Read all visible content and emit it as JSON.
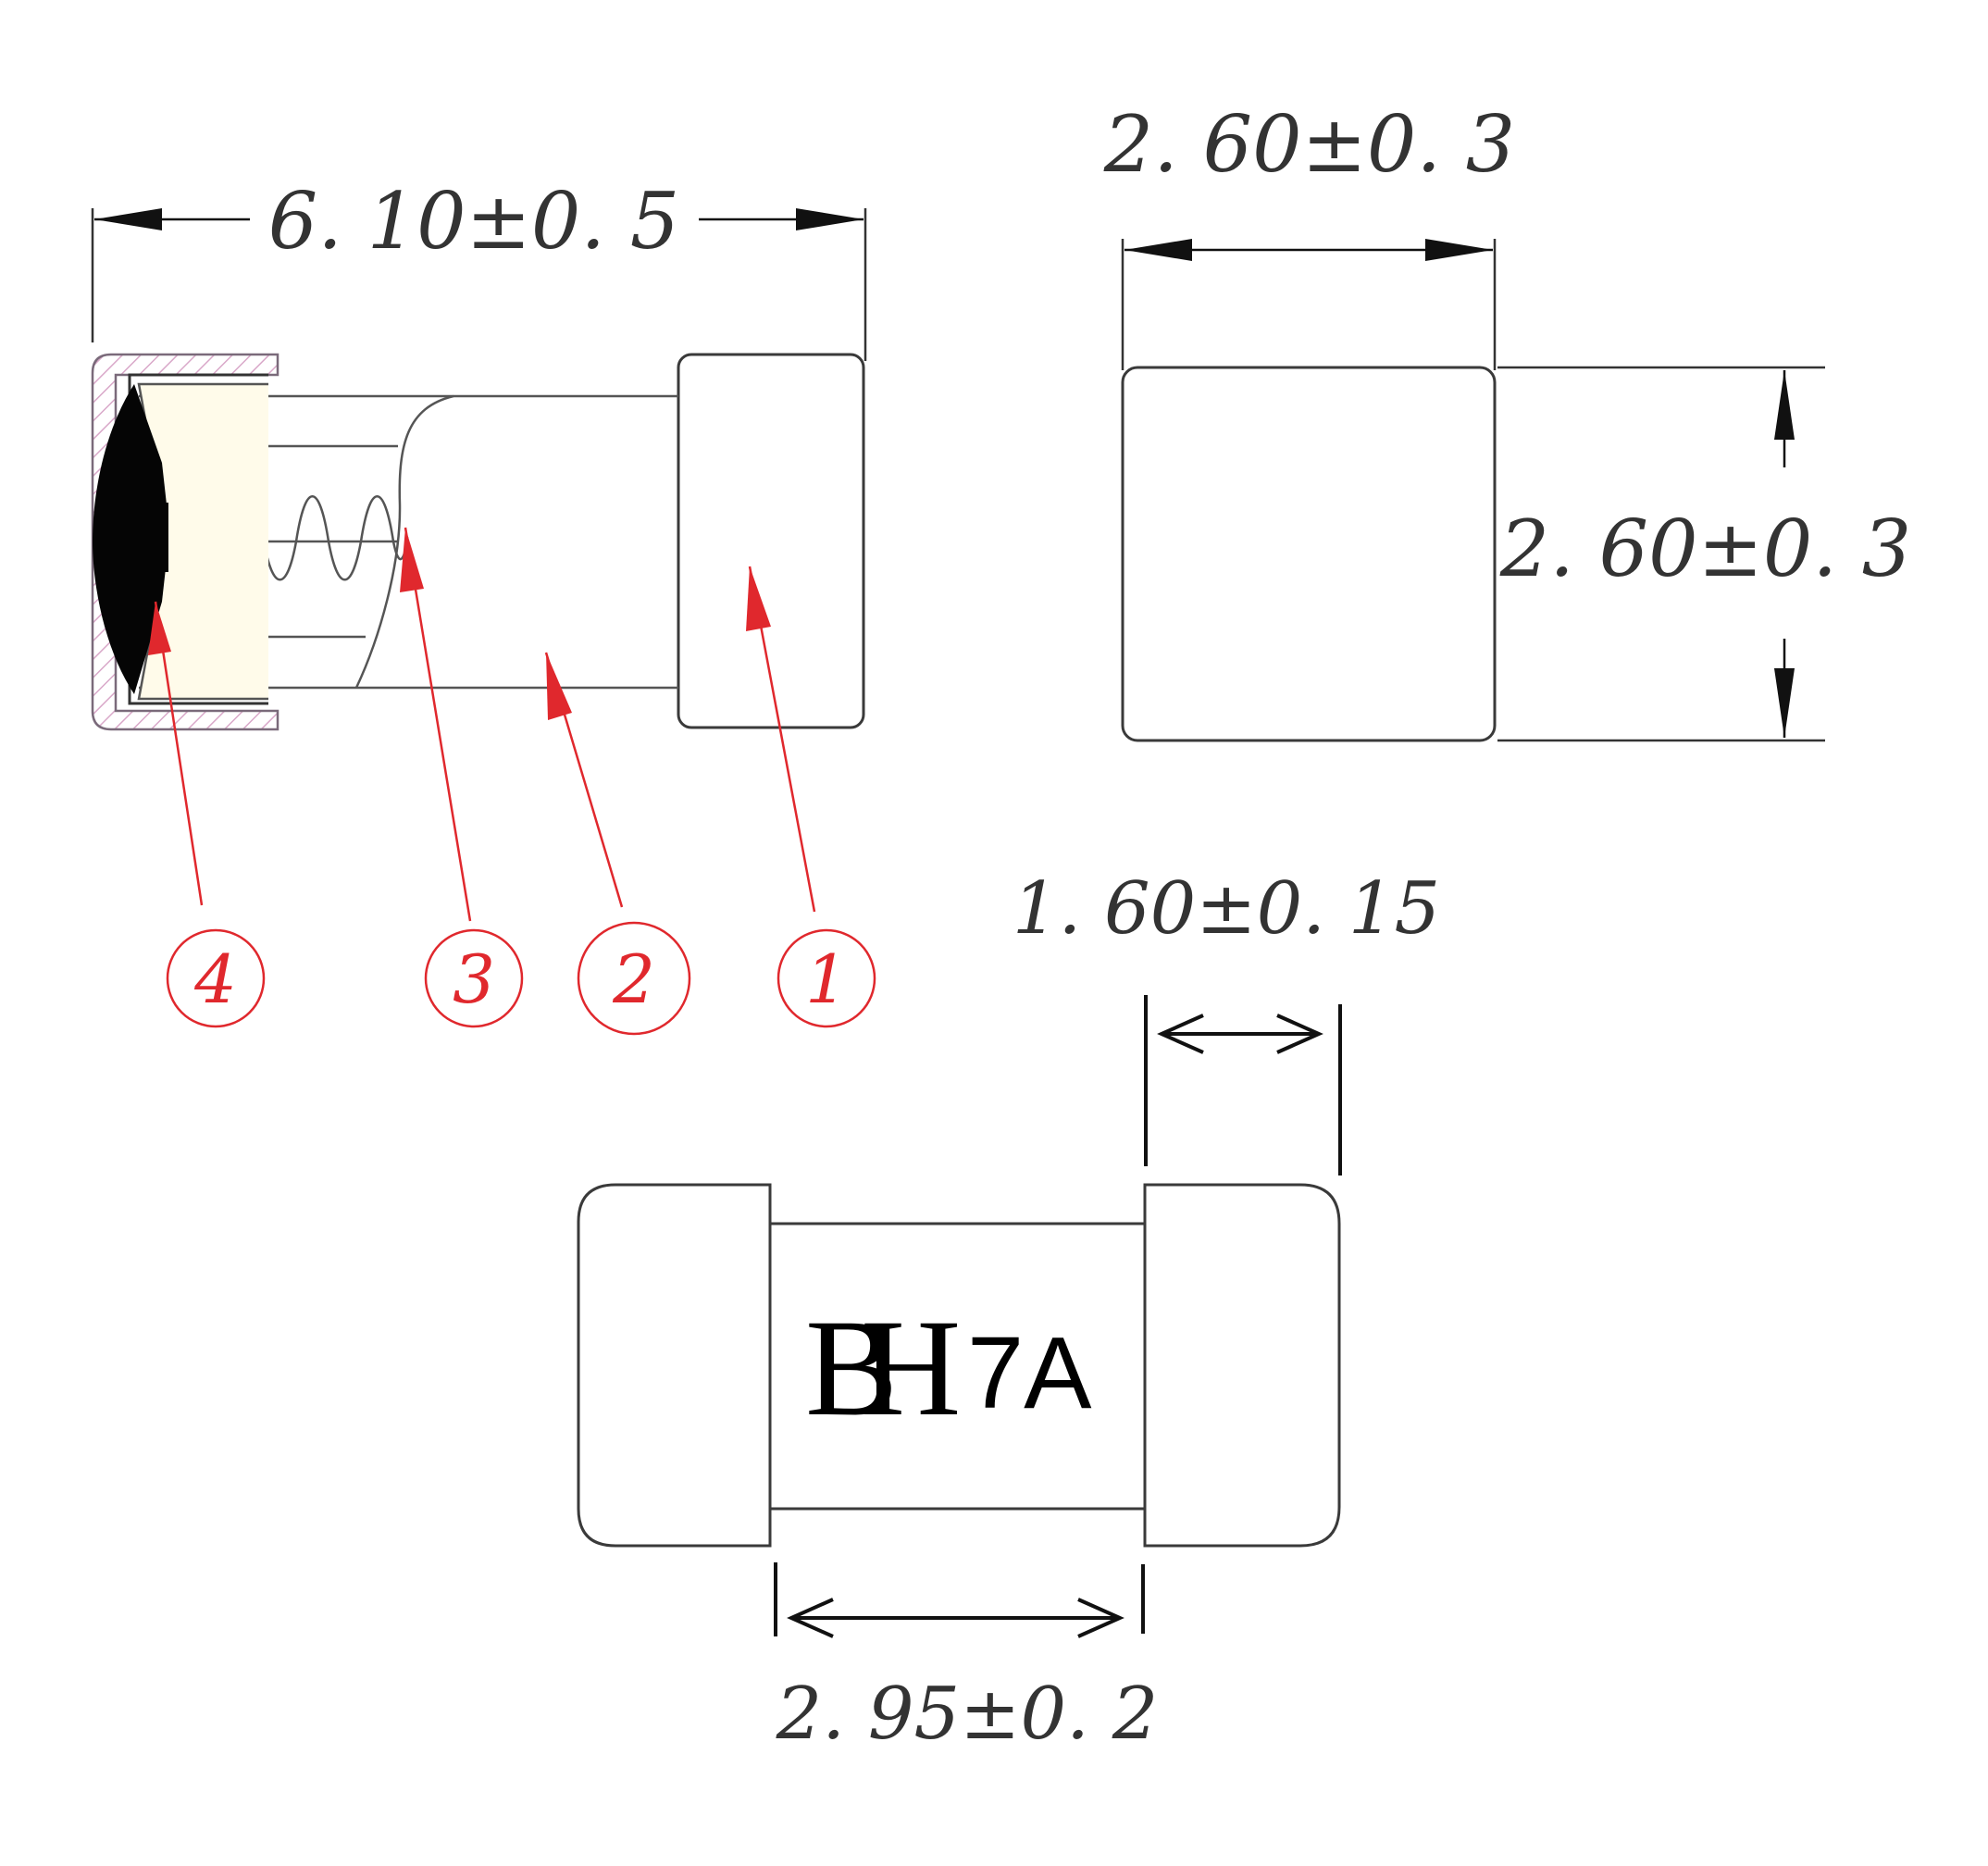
{
  "dimensions": {
    "overall_length": "6. 10±0. 5",
    "end_width": "2. 60±0. 3",
    "end_height": "2. 60±0. 3",
    "cap_length": "1. 60±0. 15",
    "body_length": "2. 95±0. 2"
  },
  "callouts": [
    "4",
    "3",
    "2",
    "1"
  ],
  "marking": {
    "logo": "BH",
    "rating": "7A"
  },
  "colors": {
    "callout": "#e0282d",
    "line": "#3a3a3a",
    "hatch": "#d9a8c9"
  }
}
